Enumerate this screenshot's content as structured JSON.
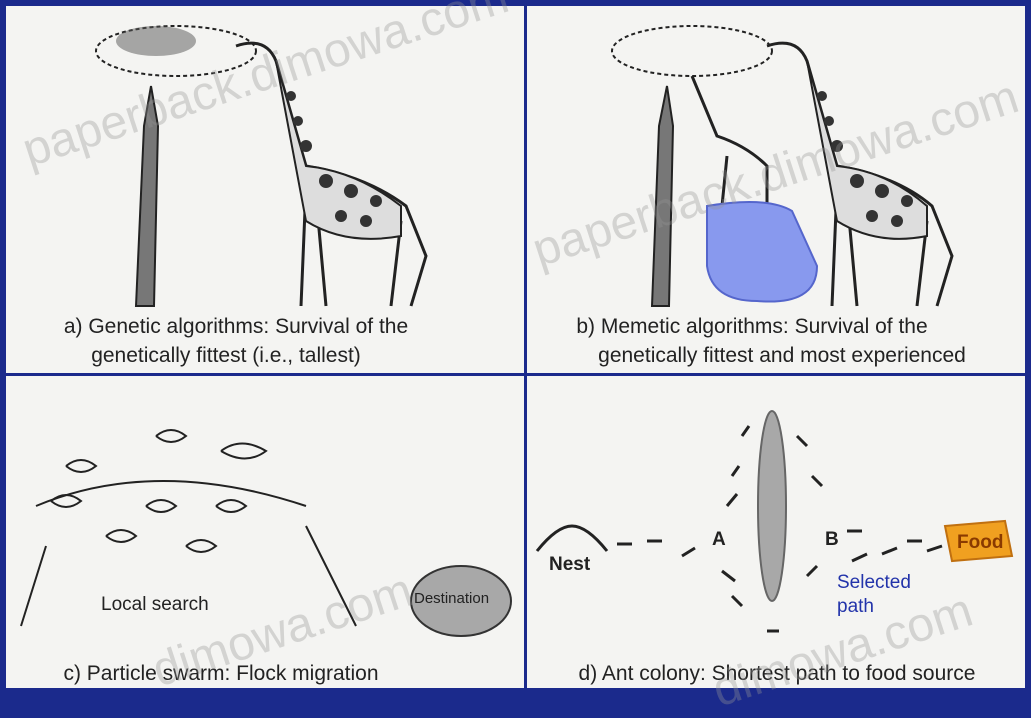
{
  "panels": {
    "a": {
      "caption_line1": "a) Genetic algorithms: Survival of the",
      "caption_line2": "genetically fittest (i.e., tallest)"
    },
    "b": {
      "caption_line1": "b) Memetic algorithms: Survival of the",
      "caption_line2": "genetically fittest and most experienced"
    },
    "c": {
      "caption": "c) Particle swarm: Flock migration",
      "local_search": "Local search",
      "destination": "Destination"
    },
    "d": {
      "caption": "d) Ant colony: Shortest path to food source",
      "nest": "Nest",
      "food": "Food",
      "point_a": "A",
      "point_b": "B",
      "selected_path_line1": "Selected",
      "selected_path_line2": "path"
    }
  },
  "watermark": {
    "text1": "paperback.dimowa.com",
    "text2": "dimowa.com"
  },
  "colors": {
    "border": "#1b2a8c",
    "box": "#8899ee",
    "food": "#f0a020",
    "cloud": "#a8a8a8"
  }
}
